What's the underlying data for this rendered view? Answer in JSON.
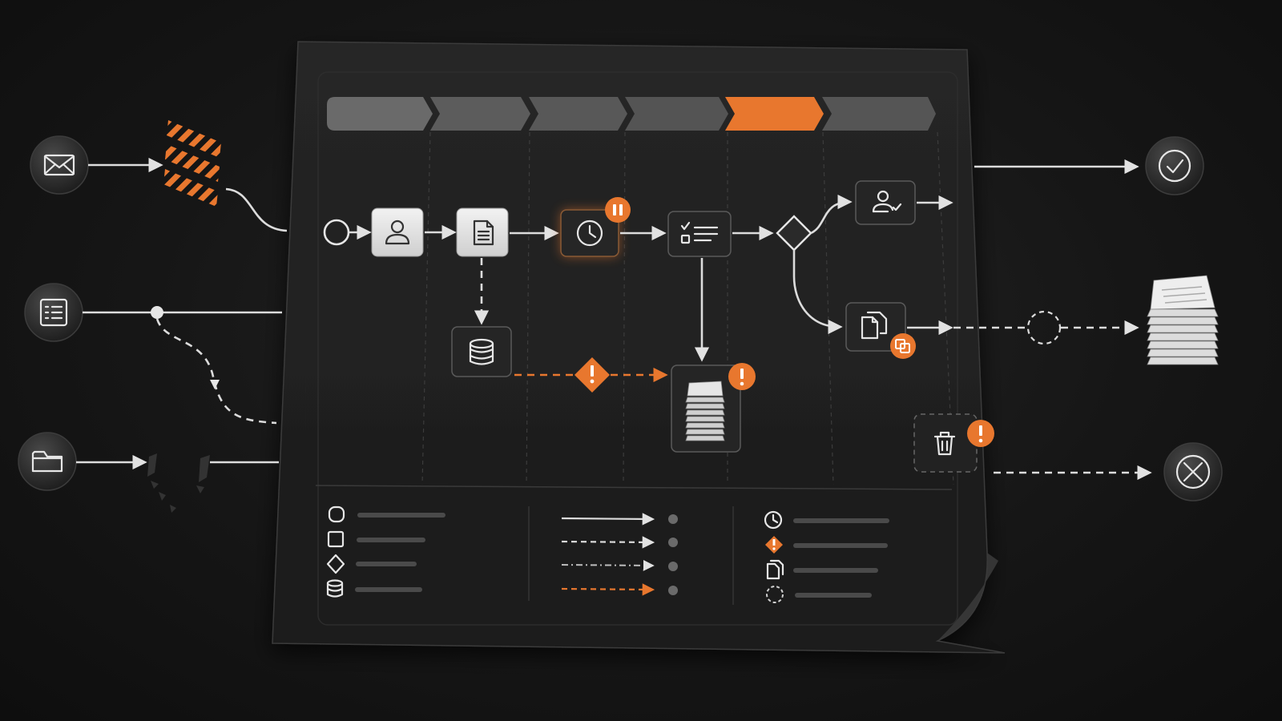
{
  "diagram": {
    "stage_count": 6,
    "active_stage_index": 4,
    "inputs": [
      {
        "icon": "mail-icon"
      },
      {
        "icon": "form-list-icon"
      },
      {
        "icon": "folder-icon"
      }
    ],
    "outputs": [
      {
        "icon": "check-circle-icon"
      },
      {
        "icon": "document-stack-icon"
      },
      {
        "icon": "cancel-circle-icon"
      }
    ],
    "process_nodes": [
      {
        "icon": "start-event-icon"
      },
      {
        "icon": "user-icon"
      },
      {
        "icon": "document-icon"
      },
      {
        "icon": "clock-icon",
        "badge": "pause-icon"
      },
      {
        "icon": "checklist-icon"
      },
      {
        "icon": "gateway-diamond-icon"
      },
      {
        "icon": "user-check-icon"
      },
      {
        "icon": "copy-documents-icon",
        "badge": "duplicate-icon"
      },
      {
        "icon": "database-icon"
      },
      {
        "icon": "document-stack-icon",
        "badge": "alert-icon"
      },
      {
        "icon": "trash-icon",
        "badge": "alert-icon"
      }
    ],
    "legend": {
      "shapes": [
        "circle-shape-icon",
        "square-shape-icon",
        "diamond-shape-icon",
        "database-shape-icon"
      ],
      "line_styles": [
        "solid",
        "dashed",
        "dash-dot",
        "orange-dashed"
      ],
      "markers": [
        "clock-icon",
        "warning-diamond-icon",
        "copy-icon",
        "dashed-circle-icon"
      ]
    },
    "colors": {
      "accent": "#e8772e",
      "board": "#1f1f1f",
      "stage_inactive": "#5a5a5a",
      "node_light": "#e4e4e4",
      "node_dark": "#252525",
      "line": "#dcdcdc"
    }
  }
}
